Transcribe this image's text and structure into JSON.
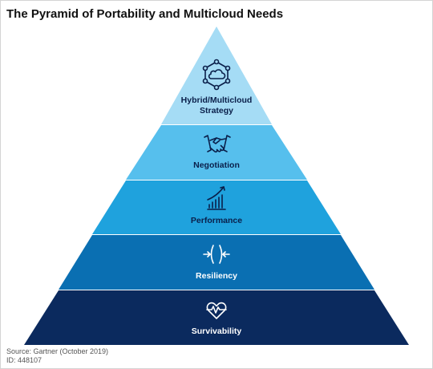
{
  "title": "The Pyramid of Portability and Multicloud Needs",
  "levels": [
    {
      "label_lines": [
        "Hybrid/Multicloud",
        "Strategy"
      ],
      "icon": "cloud-network-icon",
      "fill": "#a5dcf5",
      "text_color": "#0a1f4a"
    },
    {
      "label_lines": [
        "Negotiation"
      ],
      "icon": "handshake-icon",
      "fill": "#56bfed",
      "text_color": "#0a1f4a"
    },
    {
      "label_lines": [
        "Performance"
      ],
      "icon": "growth-chart-icon",
      "fill": "#1fa2dd",
      "text_color": "#0a1f4a"
    },
    {
      "label_lines": [
        "Resiliency"
      ],
      "icon": "compression-arrows-icon",
      "fill": "#0a6fb2",
      "text_color": "#ffffff"
    },
    {
      "label_lines": [
        "Survivability"
      ],
      "icon": "heartbeat-icon",
      "fill": "#0b2a5e",
      "text_color": "#ffffff"
    }
  ],
  "source": {
    "line1": "Source: Gartner (October 2019)",
    "line2": "ID: 448107"
  }
}
